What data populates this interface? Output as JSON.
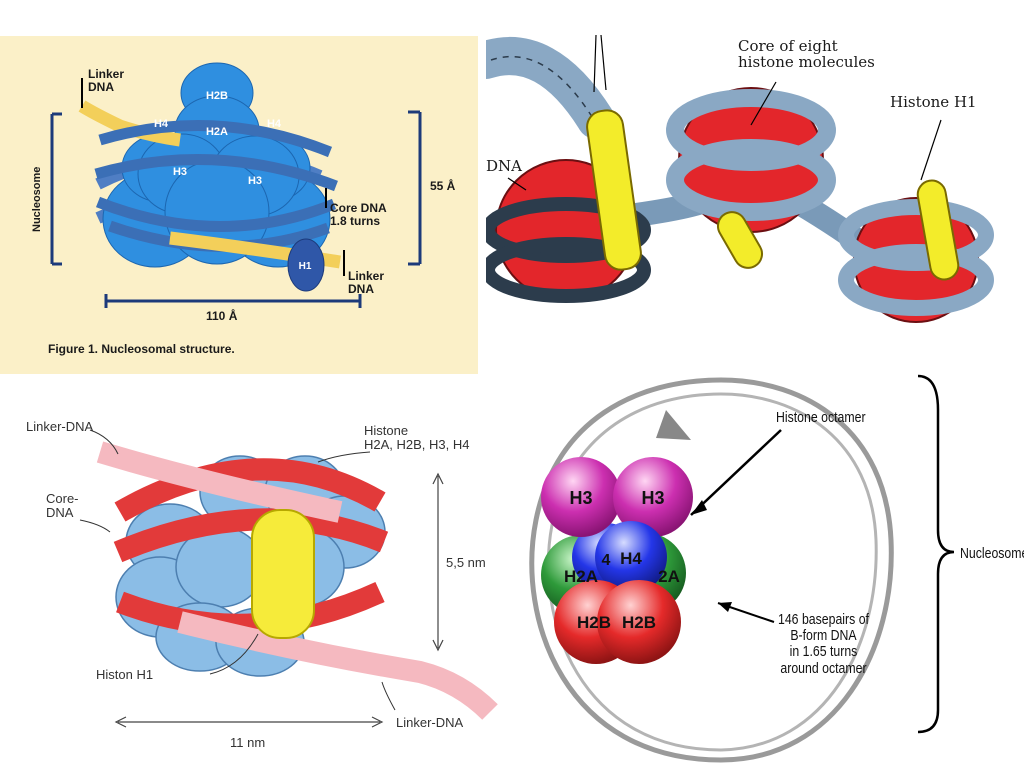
{
  "panel1": {
    "linker_top": "Linker\nDNA",
    "nucleosome": "Nucleosome",
    "h2b": "H2B",
    "h4_left": "H4",
    "h2a": "H2A",
    "h4_right": "H4",
    "h3_left": "H3",
    "h3_right": "H3",
    "h1": "H1",
    "height": "55 Å",
    "core_dna": "Core DNA\n1.8 turns",
    "linker_bottom": "Linker\nDNA",
    "width": "110 Å",
    "caption": "Figure 1.  Nucleosomal structure."
  },
  "panel2": {
    "core": "Core of eight\nhistone molecules",
    "histone_h1": "Histone H1",
    "dna": "DNA"
  },
  "panel3": {
    "linker_top": "Linker-DNA",
    "histone": "Histone\nH2A, H2B, H3, H4",
    "core_dna": "Core-\nDNA",
    "height": "5,5 nm",
    "histon_h1": "Histon H1",
    "linker_bottom": "Linker-DNA",
    "width": "11 nm"
  },
  "panel4": {
    "octamer": "Histone octamer",
    "basepairs": "146 basepairs of\nB-form DNA\nin 1.65 turns\naround octamer",
    "nucleosome": "Nucleosome",
    "balls": {
      "h3_left": "H3",
      "h3_right": "H3",
      "h2a_left": "H2A",
      "h4_front": "H4",
      "h4_back": "4",
      "h2a_right": "2A",
      "h2b_left": "H2B",
      "h2b_right": "H2B"
    }
  },
  "colors": {
    "panel1_bg": "#fbf0c8",
    "histone_blue": "#2f8fe0",
    "ribbon_blue": "#3b6fb6",
    "linker_yellow": "#f3cf5a",
    "core_red": "#e3262b",
    "dna_grey_blue": "#8aa8c4",
    "h1_yellow": "#f3ec2a",
    "ball_magenta": "#cc2fb0",
    "ball_green": "#2e9a3a",
    "ball_blue": "#2436e8",
    "ball_red": "#e52a2a"
  }
}
